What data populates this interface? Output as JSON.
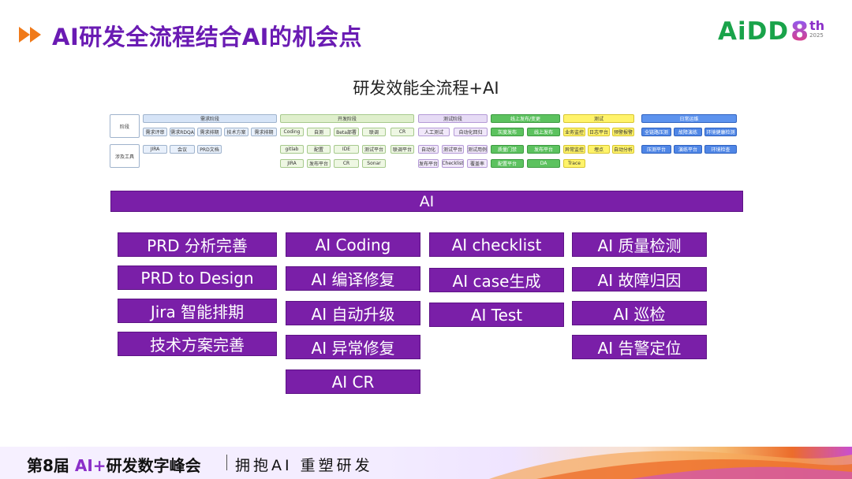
{
  "header": {
    "title": "AI研发全流程结合AI的机会点",
    "logo_text": "AiDD",
    "logo_edition": "8",
    "logo_suffix": "th",
    "logo_year": "2025"
  },
  "subtitle": "研发效能全流程+AI",
  "diagram": {
    "row_labels": [
      "阶段",
      "涉及工具"
    ],
    "stages": [
      {
        "name": "需求阶段",
        "color": "#e8f0fb",
        "row1": [
          "需求评审",
          "需求RDQA",
          "需求排期",
          "技术方案",
          "需求排期"
        ],
        "row2": [
          "JIRA",
          "会议",
          "PRD文档"
        ]
      },
      {
        "name": "开发阶段",
        "color": "#eef7e3",
        "row1": [
          "Coding",
          "自测",
          "Beta部署",
          "联调",
          "CR"
        ],
        "row2": [
          "gitlab",
          "配置",
          "IDE",
          "测试平台",
          "联调平台"
        ],
        "row3": [
          "JIRA",
          "发布平台",
          "CR",
          "Sonar"
        ]
      },
      {
        "name": "测试阶段",
        "color": "#f1e8fa",
        "row1": [
          "人工测试",
          "自动化回归"
        ],
        "row2": [
          "自动化",
          "测试平台",
          "测试用例"
        ],
        "row3": [
          "发布平台",
          "Checklist",
          "覆盖率"
        ]
      },
      {
        "name": "线上发布/变更",
        "color": "#5cc25f",
        "row1": [
          "灰度发布",
          "线上发布"
        ],
        "row2": [
          "质量门禁",
          "发布平台"
        ],
        "row3": [
          "配置平台",
          "DA"
        ]
      },
      {
        "name": "测试",
        "color": "#fff36a",
        "row1": [
          "业务监控",
          "日志平台",
          "预警报警"
        ],
        "row2": [
          "异常监控",
          "埋点",
          "自动分析"
        ],
        "row3": [
          "Trace"
        ]
      },
      {
        "name": "日常运维",
        "color": "#4f86e6",
        "row1": [
          "全链路压测",
          "故障演练",
          "环境健康检测"
        ],
        "row2": [
          "压测平台",
          "演练平台",
          "环境检查"
        ]
      }
    ]
  },
  "ai_bar": "AI",
  "opportunities": [
    [
      "PRD 分析完善",
      "PRD to Design",
      "Jira 智能排期",
      "技术方案完善"
    ],
    [
      "AI Coding",
      "AI 编译修复",
      "AI 自动升级",
      "AI 异常修复",
      "AI CR"
    ],
    [
      "AI checklist",
      "AI case生成",
      "AI Test"
    ],
    [
      "AI 质量检测",
      "AI 故障归因",
      "AI 巡检",
      "AI 告警定位"
    ]
  ],
  "footer": {
    "prefix": "第8届 ",
    "ai": "AI+",
    "suffix": "研发数字峰会",
    "slogan": "拥抱AI 重塑研发"
  },
  "colors": {
    "title": "#6a1bb3",
    "ai_purple": "#7a1fa8",
    "logo_green": "#19a34a"
  }
}
